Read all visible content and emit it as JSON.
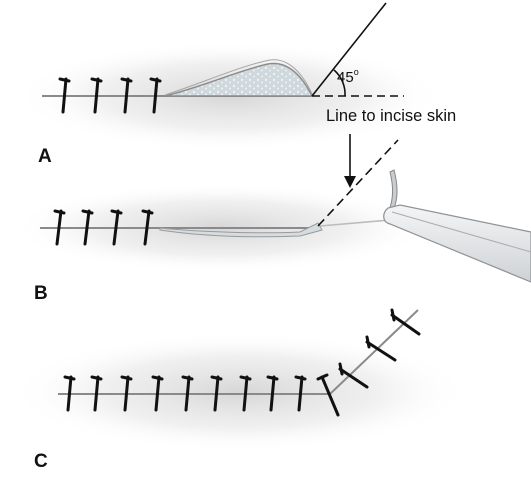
{
  "annotations": {
    "angle_value": "45",
    "angle_unit": "o",
    "incision_line": "Line to incise skin"
  },
  "panels": {
    "a": "A",
    "b": "B",
    "c": "C"
  },
  "colors": {
    "skin_shading": "#d7d7d7",
    "dog_ear_fill": "#cfd6da",
    "suture": "#111111",
    "guide_line": "#111111",
    "instrument": "#e4e6e8"
  }
}
